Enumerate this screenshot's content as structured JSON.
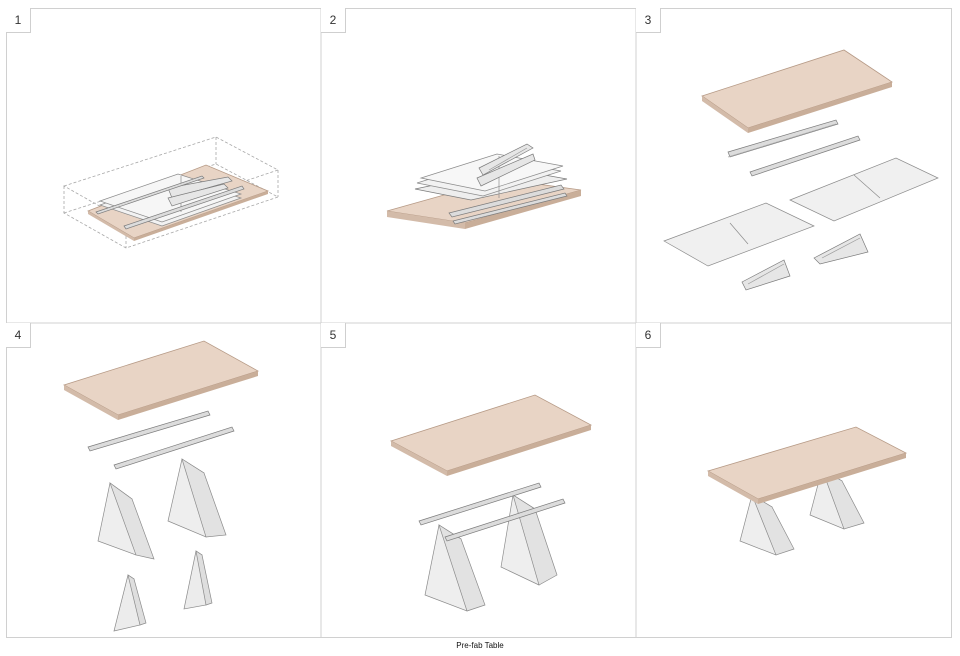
{
  "steps": [
    {
      "label": "1"
    },
    {
      "label": "2"
    },
    {
      "label": "3"
    },
    {
      "label": "4"
    },
    {
      "label": "5"
    },
    {
      "label": "6"
    }
  ],
  "caption": "Pre-fab Table",
  "colors": {
    "tabletop": "#e8d4c5",
    "tabletop_edge": "#b69a86",
    "panel": "#ededed",
    "panel_edge": "#8c8c8c",
    "border": "#d0d0d0",
    "dashed": "#a8a8a8"
  }
}
